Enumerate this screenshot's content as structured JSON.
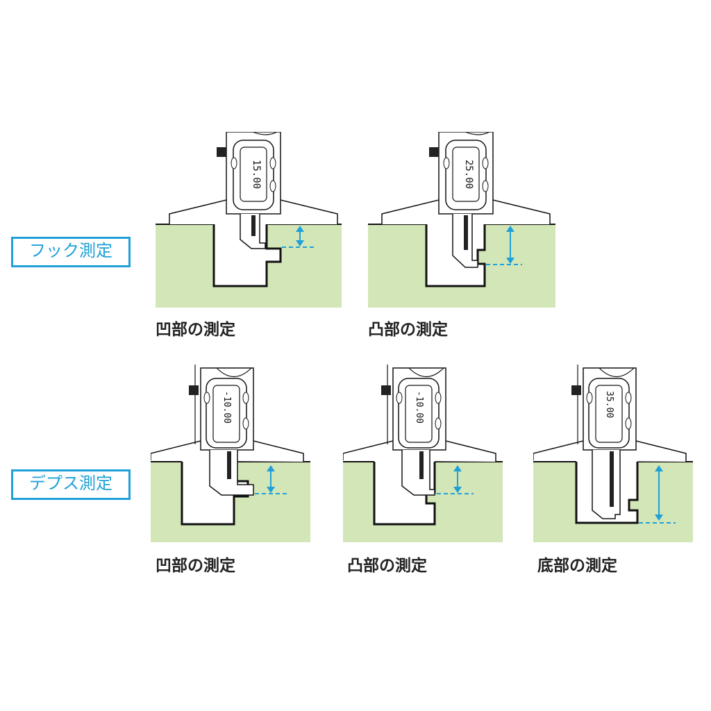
{
  "sections": [
    {
      "label": "フック測定"
    },
    {
      "label": "デプス測定"
    }
  ],
  "panels": [
    {
      "caption": "凹部の測定",
      "display": "15.00",
      "section": "フック測定"
    },
    {
      "caption": "凸部の測定",
      "display": "25.00",
      "section": "フック測定"
    },
    {
      "caption": "凹部の測定",
      "display": "-10.00",
      "section": "デプス測定"
    },
    {
      "caption": "凸部の測定",
      "display": "-10.00",
      "section": "デプス測定"
    },
    {
      "caption": "底部の測定",
      "display": "35.00",
      "section": "デプス測定"
    }
  ],
  "colors": {
    "accent": "#1ea0d8",
    "ground": "#d3e6b8",
    "line": "#111111",
    "arrow": "#1ea0d8"
  }
}
